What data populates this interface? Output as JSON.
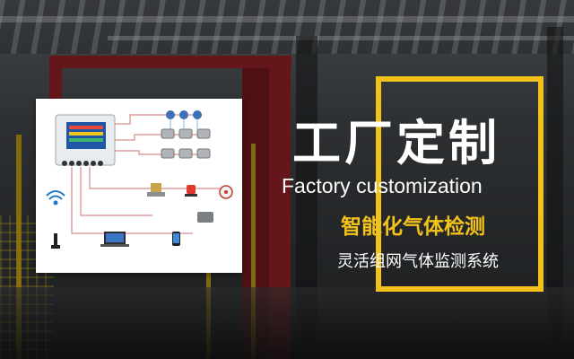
{
  "banner": {
    "title_cn": "工厂定制",
    "title_en": "Factory customization",
    "subtitle_primary": "智能化气体检测",
    "subtitle_secondary": "灵活组网气体监测系统"
  },
  "colors": {
    "accent_yellow": "#f2c21a",
    "text_white": "#ffffff",
    "card_background": "#ffffff",
    "diagram_line": "#d98a8a"
  },
  "diagram": {
    "icons": [
      "controller-icon",
      "wifi-icon",
      "gas-detector-icon",
      "solenoid-valve-icon",
      "alarm-light-icon",
      "exhaust-fan-icon",
      "laptop-icon",
      "phone-icon",
      "antenna-icon",
      "siren-icon"
    ]
  }
}
